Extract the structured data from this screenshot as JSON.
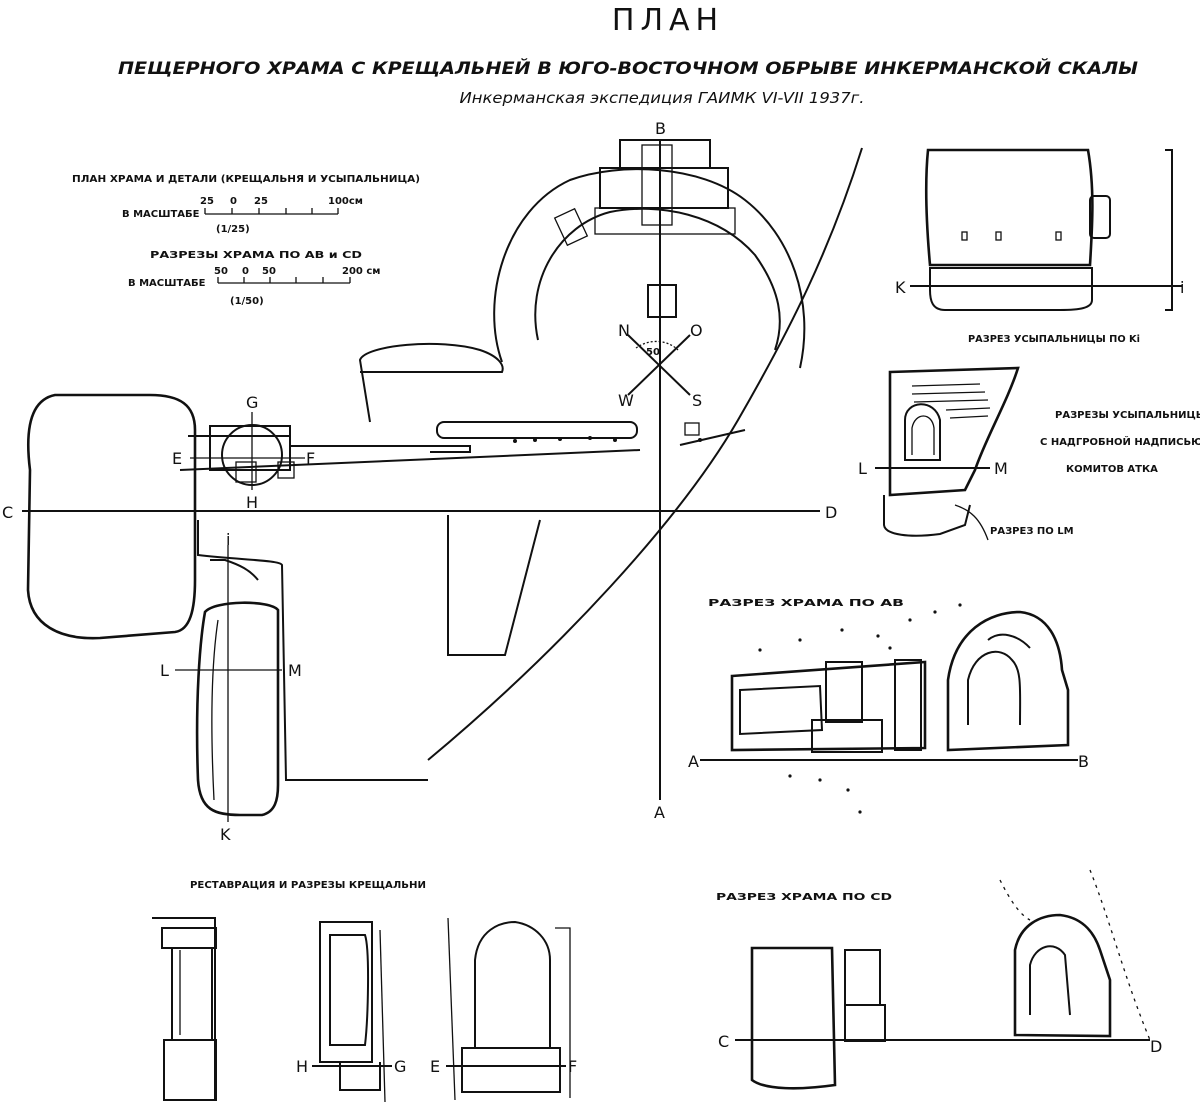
{
  "header": {
    "title": "ПЛАН",
    "subtitle": "ПЕЩЕРНОГО ХРАМА С КРЕЩАЛЬНЕЙ В ЮГО-ВОСТОЧНОМ ОБРЫВЕ ИНКЕРМАНСКОЙ СКАЛЫ",
    "expedition": "Инкерманская экспедиция ГАИМК VI-VII 1937г."
  },
  "legend": {
    "plan_title": "ПЛАН ХРАМА И ДЕТАЛИ (КРЕЩАЛЬНЯ И УСЫПАЛЬНИЦА)",
    "scale_label_1": "В МАСШТАБЕ",
    "scale1_ticks": [
      "25",
      "0",
      "25",
      "100см"
    ],
    "scale1_ratio": "(1/25)",
    "sections_title": "РАЗРЕЗЫ ХРАМА ПО AB и CD",
    "scale_label_2": "В МАСШТАБЕ",
    "scale2_ticks": [
      "50",
      "0",
      "50",
      "200 см"
    ],
    "scale2_ratio": "(1/50)"
  },
  "axes": {
    "B": "B",
    "A": "A",
    "C": "C",
    "D": "D",
    "E": "E",
    "F": "F",
    "G": "G",
    "H": "H",
    "i": "i",
    "K": "K",
    "L": "L",
    "M": "M"
  },
  "compass": {
    "n": "N",
    "o": "O",
    "s": "S",
    "w": "W",
    "angle": "50"
  },
  "insets": {
    "ki_caption": "РАЗРЕЗ УСЫПАЛЬНИЦЫ ПО Ki",
    "ki_left": "K",
    "ki_right": "i",
    "lm_caption_1": "РАЗРЕЗЫ УСЫПАЛЬНИЦЫ",
    "lm_caption_2": "С НАДГРОБНОЙ НАДПИСЬЮ",
    "lm_caption_3": "КОМИТОВ АТКА",
    "lm_left": "L",
    "lm_right": "M",
    "lm_section": "РАЗРЕЗ ПО LM",
    "ab_caption": "РАЗРЕЗ ХРАМА ПО АВ",
    "ab_left": "A",
    "ab_right": "B",
    "cd_caption": "РАЗРЕЗ ХРАМА ПО CD",
    "cd_left": "C",
    "cd_right": "D",
    "font_caption": "РЕСТАВРАЦИЯ И РАЗРЕЗЫ КРЕЩАЛЬНИ",
    "hg_left": "H",
    "hg_right": "G",
    "ef_left": "E",
    "ef_right": "F"
  },
  "colors": {
    "ink": "#111111",
    "paper": "#ffffff"
  }
}
